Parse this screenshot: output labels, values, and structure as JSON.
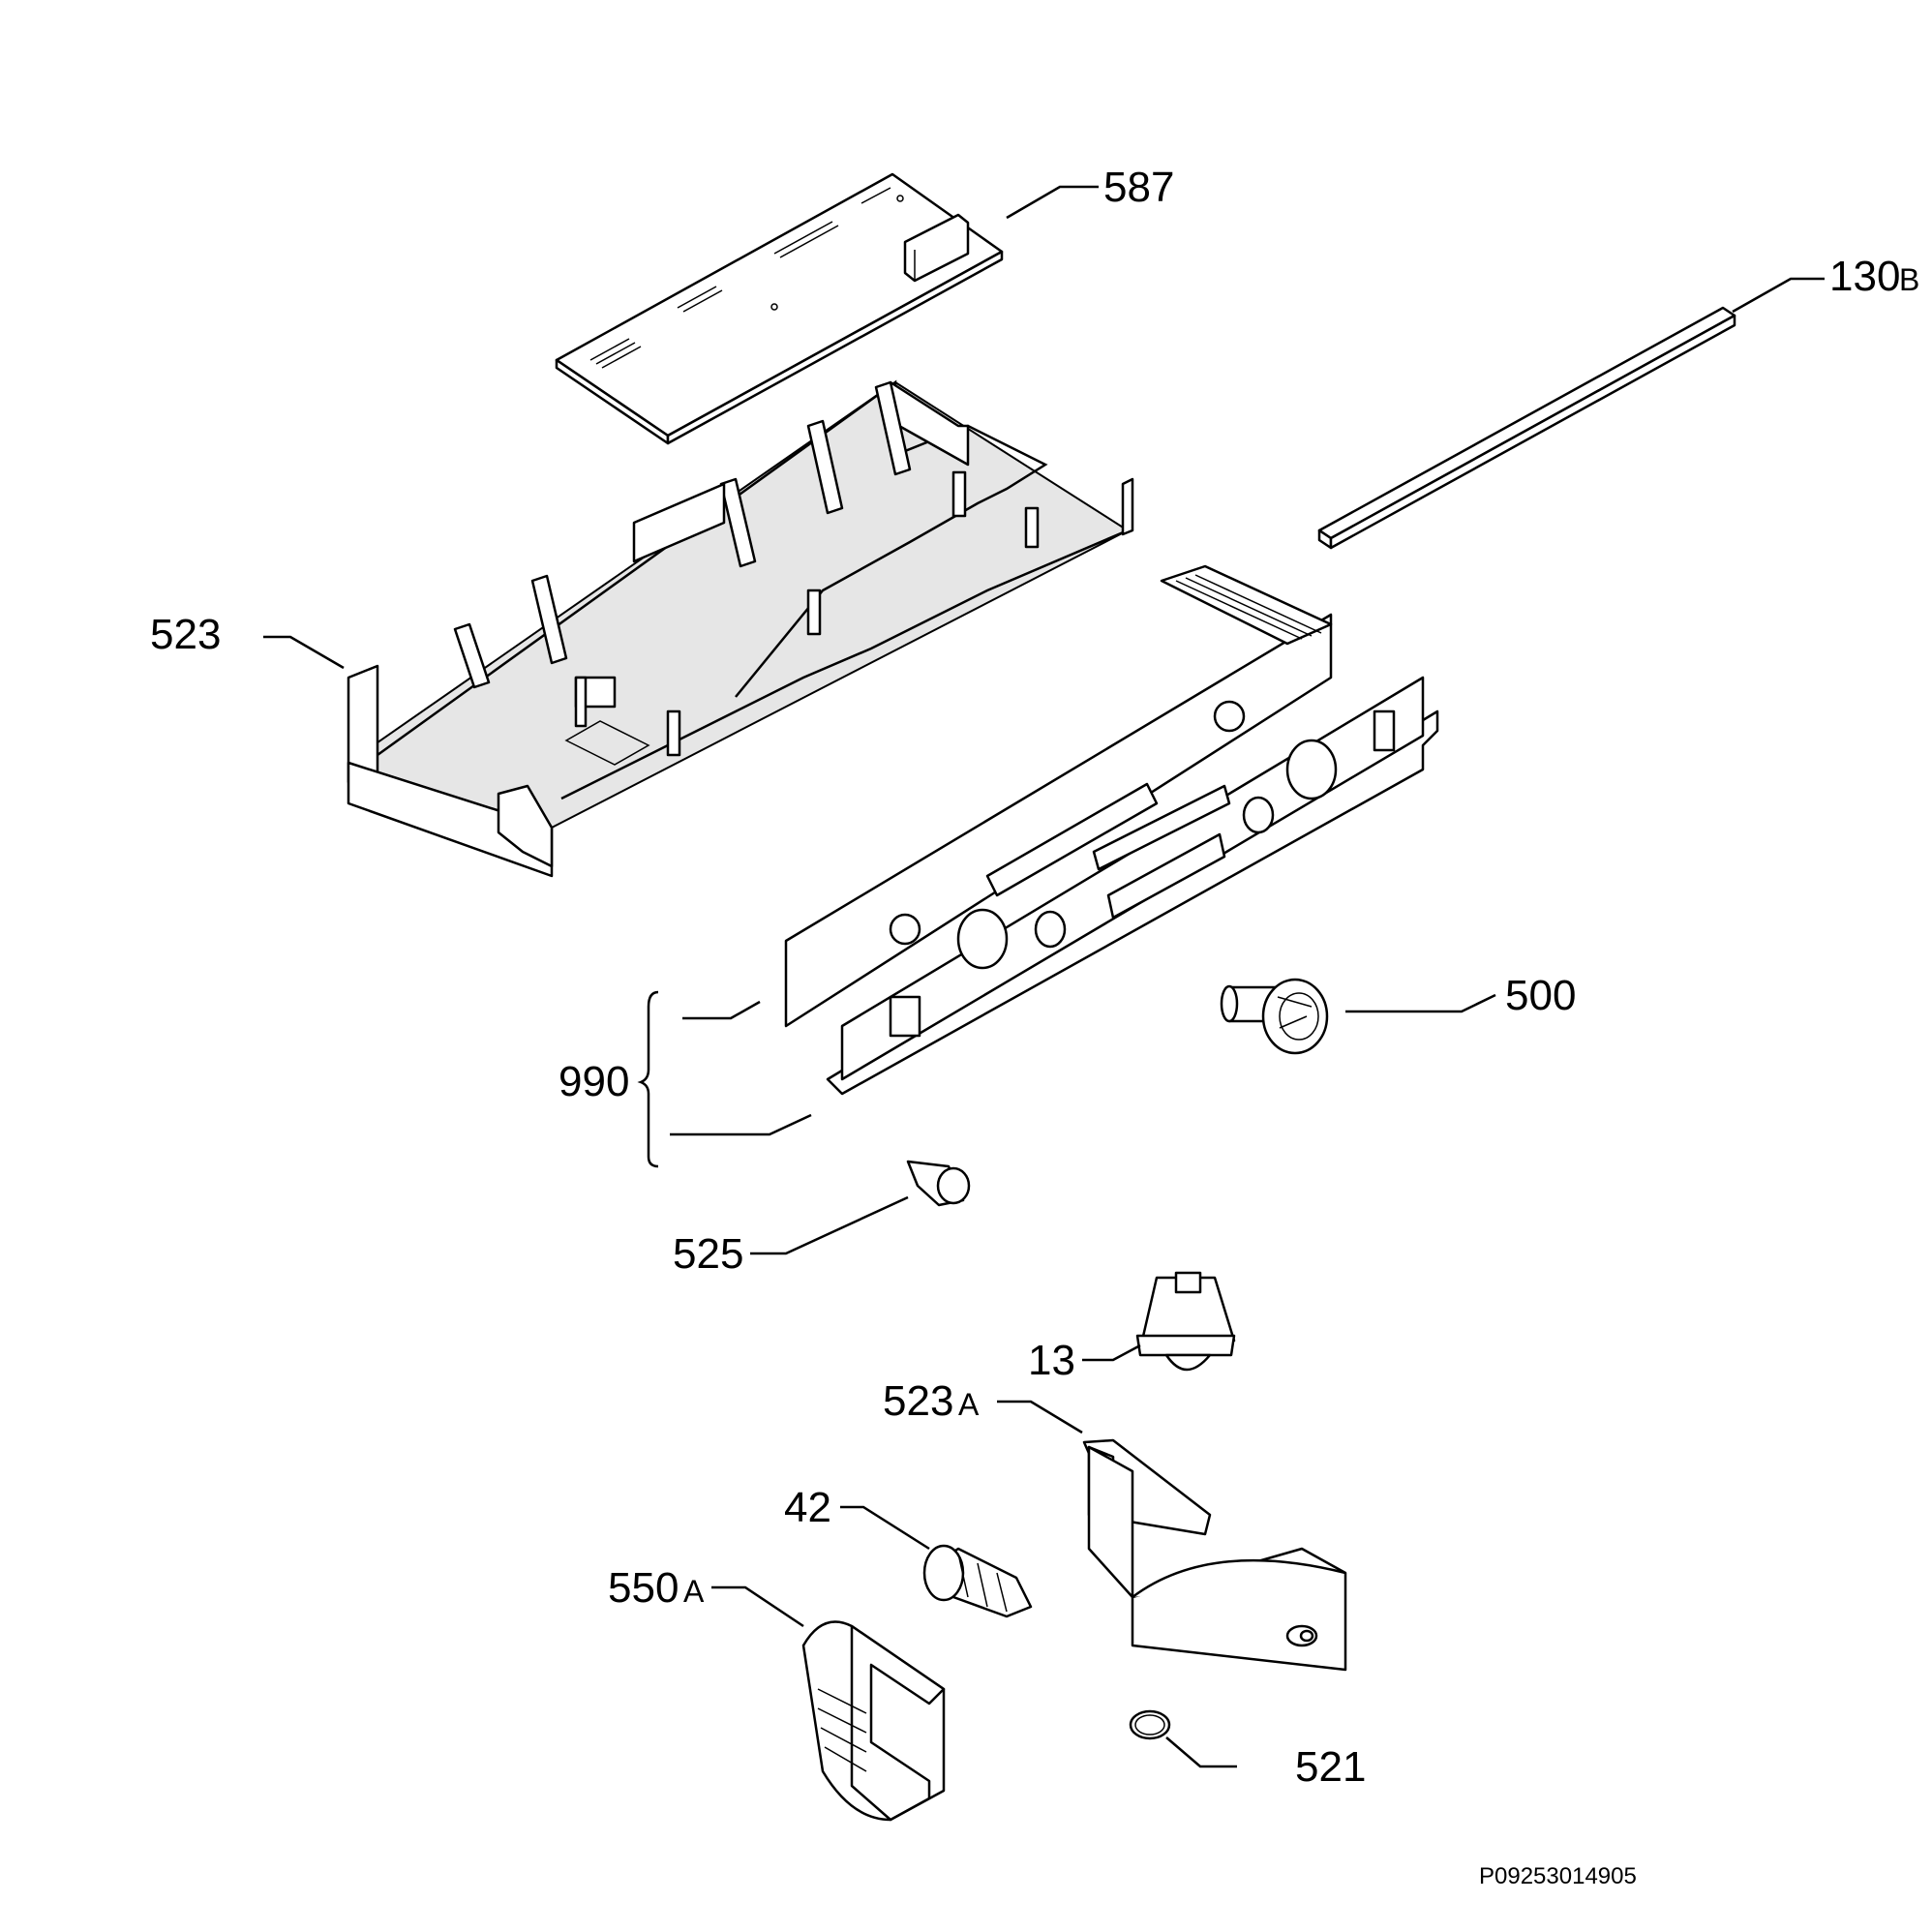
{
  "labels": {
    "l587": "587",
    "l130": "130",
    "l130_sfx": "B",
    "l523": "523",
    "l500": "500",
    "l990": "990",
    "l525": "525",
    "l13": "13",
    "l523a": "523",
    "l523a_sfx": "A",
    "l42": "42",
    "l550a": "550",
    "l550a_sfx": "A",
    "l521": "521"
  },
  "drawing_code": "P09253014905"
}
